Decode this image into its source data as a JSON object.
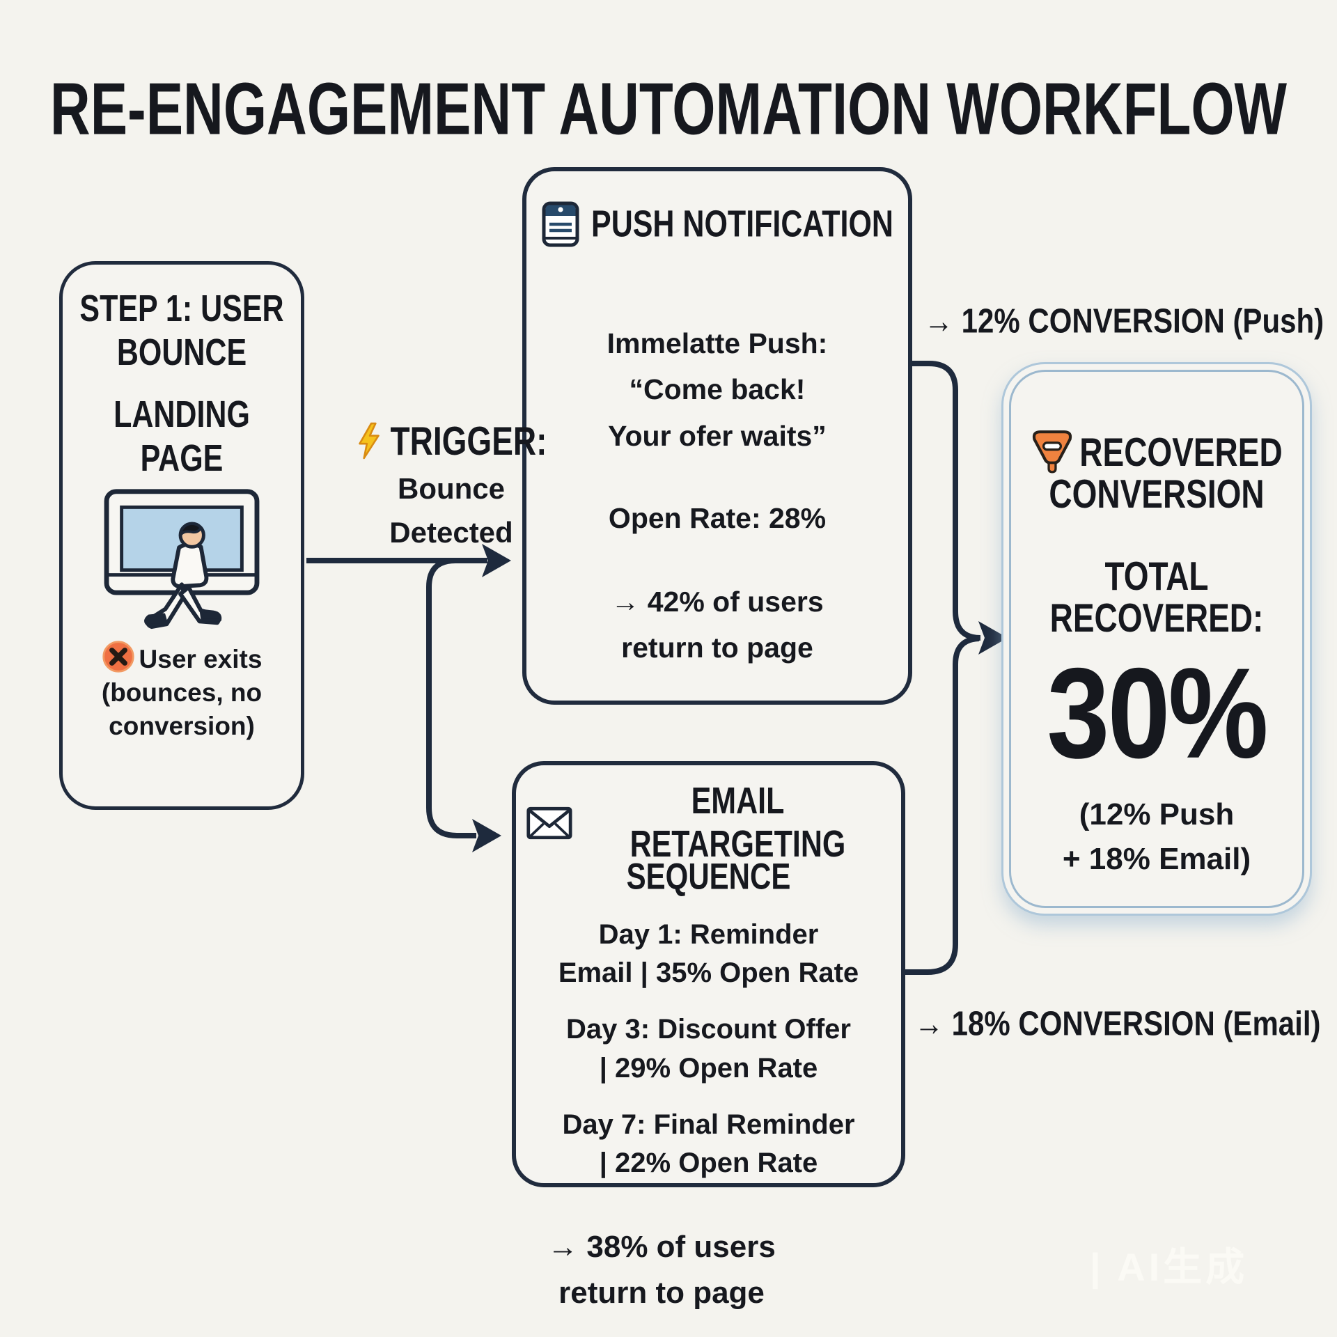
{
  "title": "RE-ENGAGEMENT AUTOMATION WORKFLOW",
  "step1": {
    "heading": "STEP 1: USER BOUNCE",
    "subheading": "LANDING PAGE",
    "illustration_icon": "user-leaving-monitor-icon",
    "exit_icon": "x-circle-icon",
    "exit_note": "User exits (bounces, no conversion)"
  },
  "trigger": {
    "icon": "lightning-bolt-icon",
    "label": "TRIGGER:",
    "detail_line1": "Bounce",
    "detail_line2": "Detected"
  },
  "push": {
    "icon": "notification-card-icon",
    "heading": "PUSH NOTIFICATION",
    "message_line1": "Immelatte Push:",
    "message_line2": "“Come back!",
    "message_line3": "Your ofer waits”",
    "open_rate": "Open Rate: 28%",
    "result_line1": "→ 42% of users",
    "result_line2": "return to page"
  },
  "push_conversion_label": "→ 12% CONVERSION (Push)",
  "email": {
    "icon": "envelope-icon",
    "heading_line1": "EMAIL RETARGETING",
    "heading_line2": "SEQUENCE",
    "steps": [
      {
        "line1": "Day 1: Reminder",
        "line2": "Email | 35% Open Rate"
      },
      {
        "line1": "Day 3: Discount Offer",
        "line2": "| 29% Open Rate"
      },
      {
        "line1": "Day 7: Final Reminder",
        "line2": "| 22% Open Rate"
      }
    ],
    "result_line1": "→ 38% of users",
    "result_line2": "return to page"
  },
  "email_conversion_label": "→ 18% CONVERSION (Email)",
  "recovered": {
    "icon": "funnel-icon",
    "heading_line1": "RECOVERED",
    "heading_line2": "CONVERSION",
    "total_label_line1": "TOTAL",
    "total_label_line2": "RECOVERED:",
    "total_value": "30%",
    "breakdown_line1": "(12% Push",
    "breakdown_line2": "+ 18% Email)"
  },
  "watermark": "| AI生成",
  "colors": {
    "background": "#f4f3ee",
    "line_dark_navy": "#1e2a3d",
    "text": "#16181e",
    "accent_orange": "#ef7e43",
    "bolt_yellow": "#f6c21c",
    "screen_blue": "#b5d3e8",
    "recovered_border_blue": "#aec7da"
  }
}
